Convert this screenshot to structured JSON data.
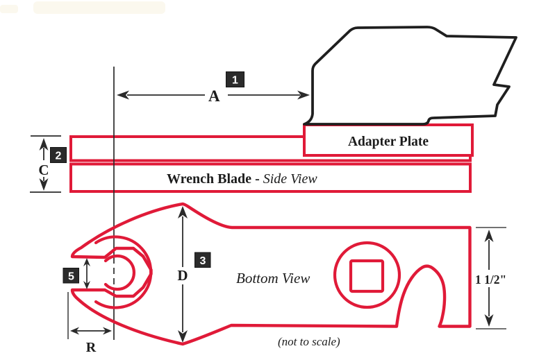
{
  "title": "Wrench Blade dimension diagram",
  "colors": {
    "red_outline": "#e01a38",
    "black_outline": "#1f1f1f",
    "dimension_line": "#2a2a2a",
    "callout_bg": "#2b2b2b",
    "callout_text": "#ffffff",
    "paper": "#ffffff"
  },
  "views": {
    "side_view": {
      "adapter_label": "Adapter Plate",
      "label_bold": "Wrench Blade",
      "label_separator": " - ",
      "label_italic": "Side View"
    },
    "bottom_view": {
      "label": "Bottom View",
      "note": "(not to scale)"
    }
  },
  "dimensions": {
    "a": {
      "label": "A",
      "callout": "1"
    },
    "c": {
      "label": "C",
      "callout": "2"
    },
    "d": {
      "label": "D",
      "callout": "3"
    },
    "opening": {
      "callout": "5"
    },
    "r": {
      "label": "R"
    },
    "thickness": {
      "label": "1 1/2\""
    }
  }
}
